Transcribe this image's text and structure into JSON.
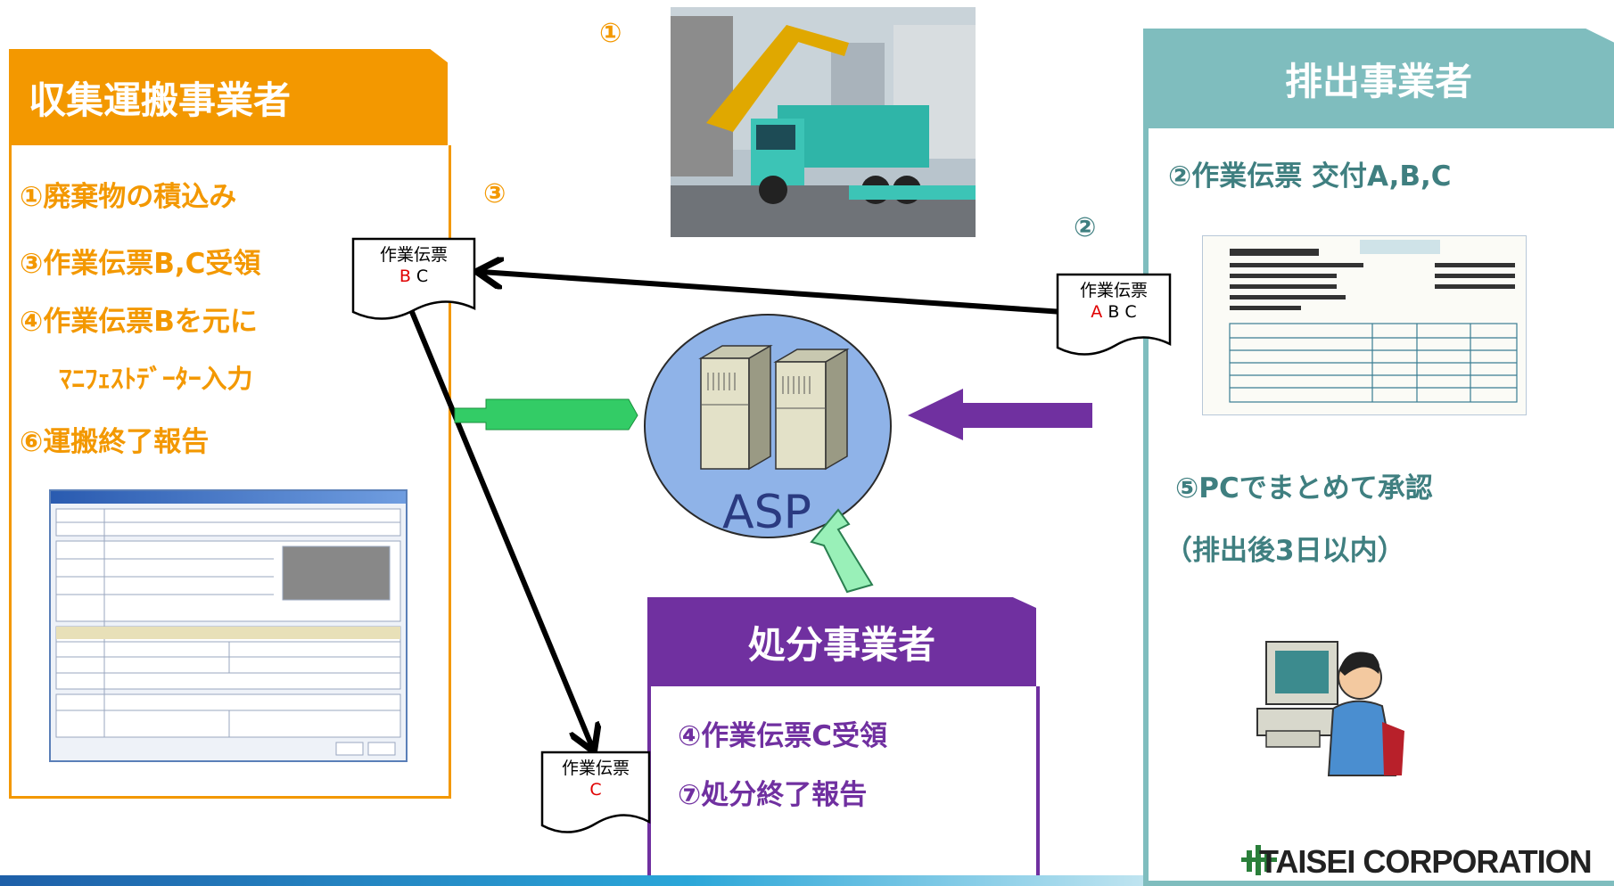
{
  "collector": {
    "title": "収集運搬事業者",
    "items": [
      "①廃棄物の積込み",
      "③作業伝票B,C受領",
      "④作業伝票Bを元に",
      "ﾏﾆﾌｪｽﾄﾃﾞｰﾀｰ入力",
      "⑥運搬終了報告"
    ]
  },
  "emitter": {
    "title": "排出事業者",
    "items": [
      "②作業伝票 交付A,B,C",
      "⑤PCでまとめて承認",
      "（排出後3日以内）"
    ]
  },
  "disposer": {
    "title": "処分事業者",
    "items": [
      "④作業伝票C受領",
      "⑦処分終了報告"
    ]
  },
  "step_markers": {
    "one": "①",
    "two": "②",
    "three": "③"
  },
  "slips": {
    "abc": {
      "title": "作業伝票",
      "highlight": "A",
      "rest": " B C"
    },
    "bc": {
      "title": "作業伝票",
      "highlight": "B",
      "rest": " C"
    },
    "c": {
      "title": "作業伝票",
      "highlight": "C",
      "rest": ""
    }
  },
  "server_label": "ASP",
  "logo": "TAISEI CORPORATION",
  "colors": {
    "orange": "#f39800",
    "teal": "#7fbdbe",
    "purple": "#7030a0",
    "green": "#33cc66"
  }
}
